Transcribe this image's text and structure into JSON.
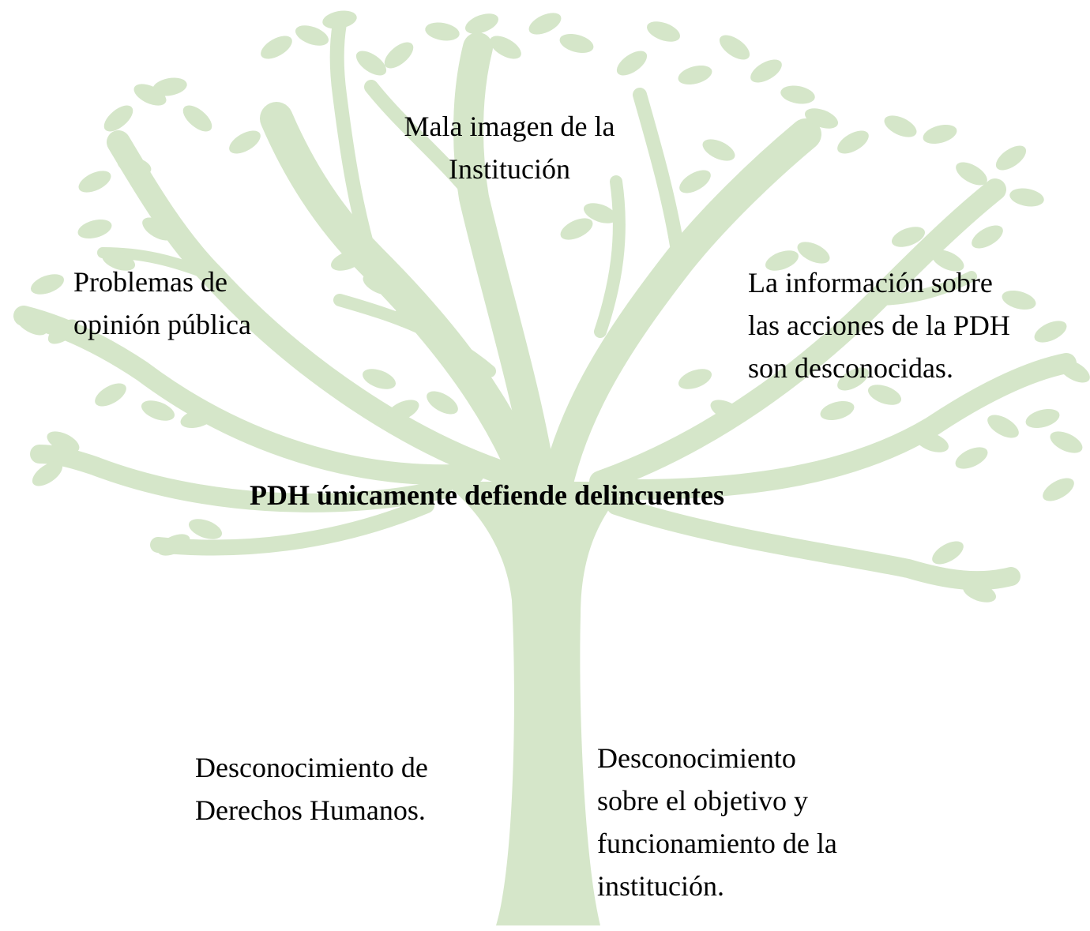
{
  "tree_color": "#d5e6c9",
  "problem": "PDH únicamente defiende delincuentes",
  "effects": {
    "top": [
      "Mala imagen de la",
      "Institución"
    ],
    "left": [
      "Problemas de",
      "opinión pública"
    ],
    "right": [
      "La información sobre",
      "las acciones de la PDH",
      "son desconocidas."
    ]
  },
  "causes": {
    "left": [
      "Desconocimiento de",
      "Derechos Humanos."
    ],
    "right": [
      "Desconocimiento",
      "sobre el objetivo y",
      "funcionamiento de la",
      "institución."
    ]
  }
}
